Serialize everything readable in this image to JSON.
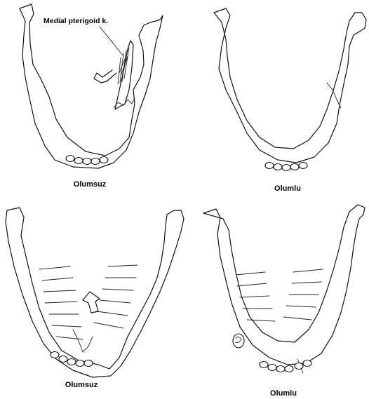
{
  "annotation": {
    "muscle_label": "Medial pterigoid k."
  },
  "panels": [
    {
      "caption": "Olumsuz"
    },
    {
      "caption": "Olumlu"
    },
    {
      "caption": "Olumsuz"
    },
    {
      "caption": "Olumlu"
    }
  ]
}
